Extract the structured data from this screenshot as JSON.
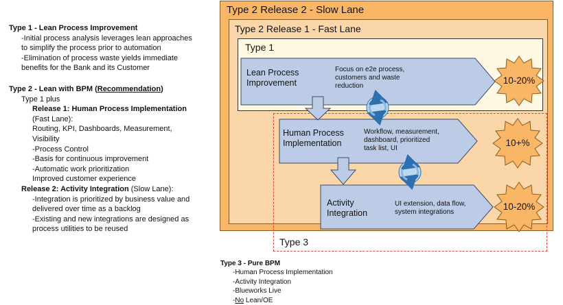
{
  "left_panel": {
    "type1": {
      "heading": "Type 1 - Lean Process Improvement",
      "lines": [
        "-Initial process analysis leverages lean approaches",
        "to simplify the process prior to automation",
        "-Elimination of process waste yields immediate",
        "benefits for the Bank and its Customer"
      ]
    },
    "type2": {
      "heading_prefix": "Type 2 - Lean with BPM (",
      "heading_link": "Recommendation",
      "heading_suffix": ")",
      "plus_line": "Type 1 plus",
      "release1_heading": "Release 1: Human Process Implementation",
      "release1_lines": [
        "(Fast Lane):",
        "Routing, KPI, Dashboards, Measurement,",
        "Visibility",
        "-Process Control",
        "-Basis for continuous improvement",
        "-Automatic work prioritization",
        "Improved customer experience"
      ],
      "release2_heading": "Release 2: Activity Integration",
      "release2_suffix": " (Slow Lane):",
      "release2_lines": [
        "-Integration is prioritized by business value and",
        "delivered over time as a backlog",
        "-Existing and new integrations are designed as",
        "process utilities to be reused"
      ]
    }
  },
  "diagram": {
    "type2_release2_title": "Type 2 Release 2 - Slow Lane",
    "type2_release1_title": "Type 2 Release 1 - Fast Lane",
    "type1_title": "Type 1",
    "type3_title": "Type 3",
    "steps": [
      {
        "title_lines": [
          "Lean Process",
          "Improvement"
        ],
        "desc_lines": [
          "Focus on e2e process,",
          "customers and waste",
          "reduction"
        ],
        "badge": "10-20%"
      },
      {
        "title_lines": [
          "Human Process",
          "Implementation"
        ],
        "desc_lines": [
          "Workflow, measurement,",
          "dashboard, prioritized",
          "task list, UI"
        ],
        "badge": "10+%"
      },
      {
        "title_lines": [
          "Activity",
          "Integration"
        ],
        "desc_lines": [
          "UI extension, data flow,",
          "system integrations"
        ],
        "badge": "10-20%"
      }
    ],
    "colors": {
      "outer_slow_lane": "#f9b667",
      "fast_lane": "#fbd6a8",
      "type1_fill": "#fff9e4",
      "arrow_fill": "#bccce6",
      "badge_fill": "#f9b667",
      "type3_dashed": "#e0443e"
    }
  },
  "bottom_note": {
    "heading": "Type 3 - Pure BPM",
    "lines": [
      "-Human Process Implementation",
      "-Activity Integration",
      "-Blueworks Live"
    ],
    "last_prefix": "-",
    "last_underlined": "No",
    "last_suffix": " Lean/OE"
  }
}
